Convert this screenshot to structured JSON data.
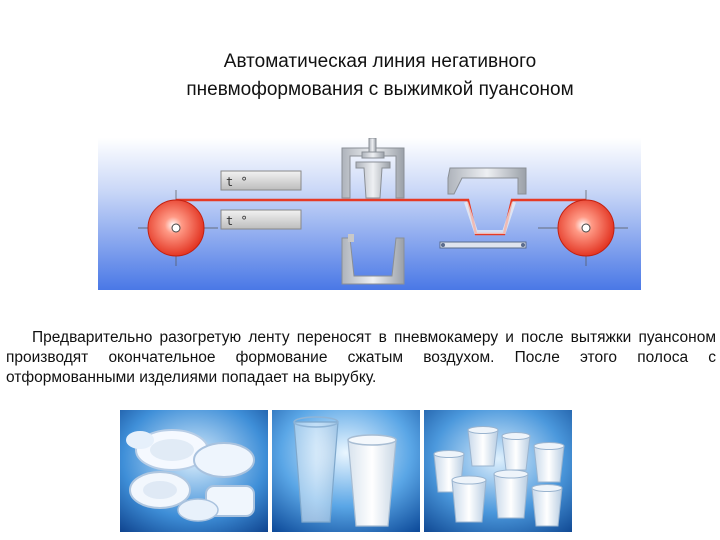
{
  "title": {
    "line1": "Автоматическая линия негативного",
    "line2": "пневмоформования с выжимкой пуансоном"
  },
  "diagram": {
    "heater_top_label": "t °",
    "heater_bottom_label": "t °",
    "colors": {
      "background_top": "#ffffff",
      "background_bottom": "#4a78e6",
      "roller": "#e63a25",
      "film": "#e63a25",
      "tooling": "#c8c8c8"
    }
  },
  "description": "Предварительно разогретую ленту переносят в пневмокамеру и после вытяжки пуансоном производят окончательное формование сжатым воздухом. После этого полоса с отформованными изделиями попадает на вырубку.",
  "photos": [
    "photo-plates-and-containers",
    "photo-transparent-and-white-cups",
    "photo-assorted-cups"
  ]
}
